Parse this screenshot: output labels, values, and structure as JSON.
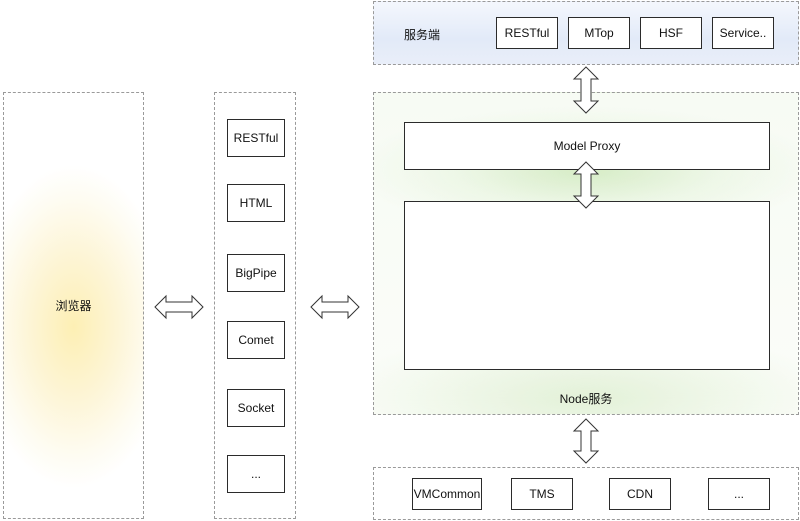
{
  "browser": {
    "label": "浏览器"
  },
  "protocols": {
    "items": [
      {
        "label": "RESTful"
      },
      {
        "label": "HTML"
      },
      {
        "label": "BigPipe"
      },
      {
        "label": "Comet"
      },
      {
        "label": "Socket"
      },
      {
        "label": "..."
      }
    ]
  },
  "service": {
    "title": "服务端",
    "items": [
      {
        "label": "RESTful"
      },
      {
        "label": "MTop"
      },
      {
        "label": "HSF"
      },
      {
        "label": "Service.."
      }
    ]
  },
  "node": {
    "title": "Node服务",
    "model_proxy": "Model Proxy"
  },
  "infra": {
    "items": [
      {
        "label": "VMCommon"
      },
      {
        "label": "TMS"
      },
      {
        "label": "CDN"
      },
      {
        "label": "..."
      }
    ]
  },
  "colors": {
    "browser_glow": "#fdefb4",
    "service_fill": "#e2eaf8",
    "node_glow": "#d6ecc6",
    "border": "#2b2b2b",
    "dashed_border": "#9a9a9a"
  }
}
